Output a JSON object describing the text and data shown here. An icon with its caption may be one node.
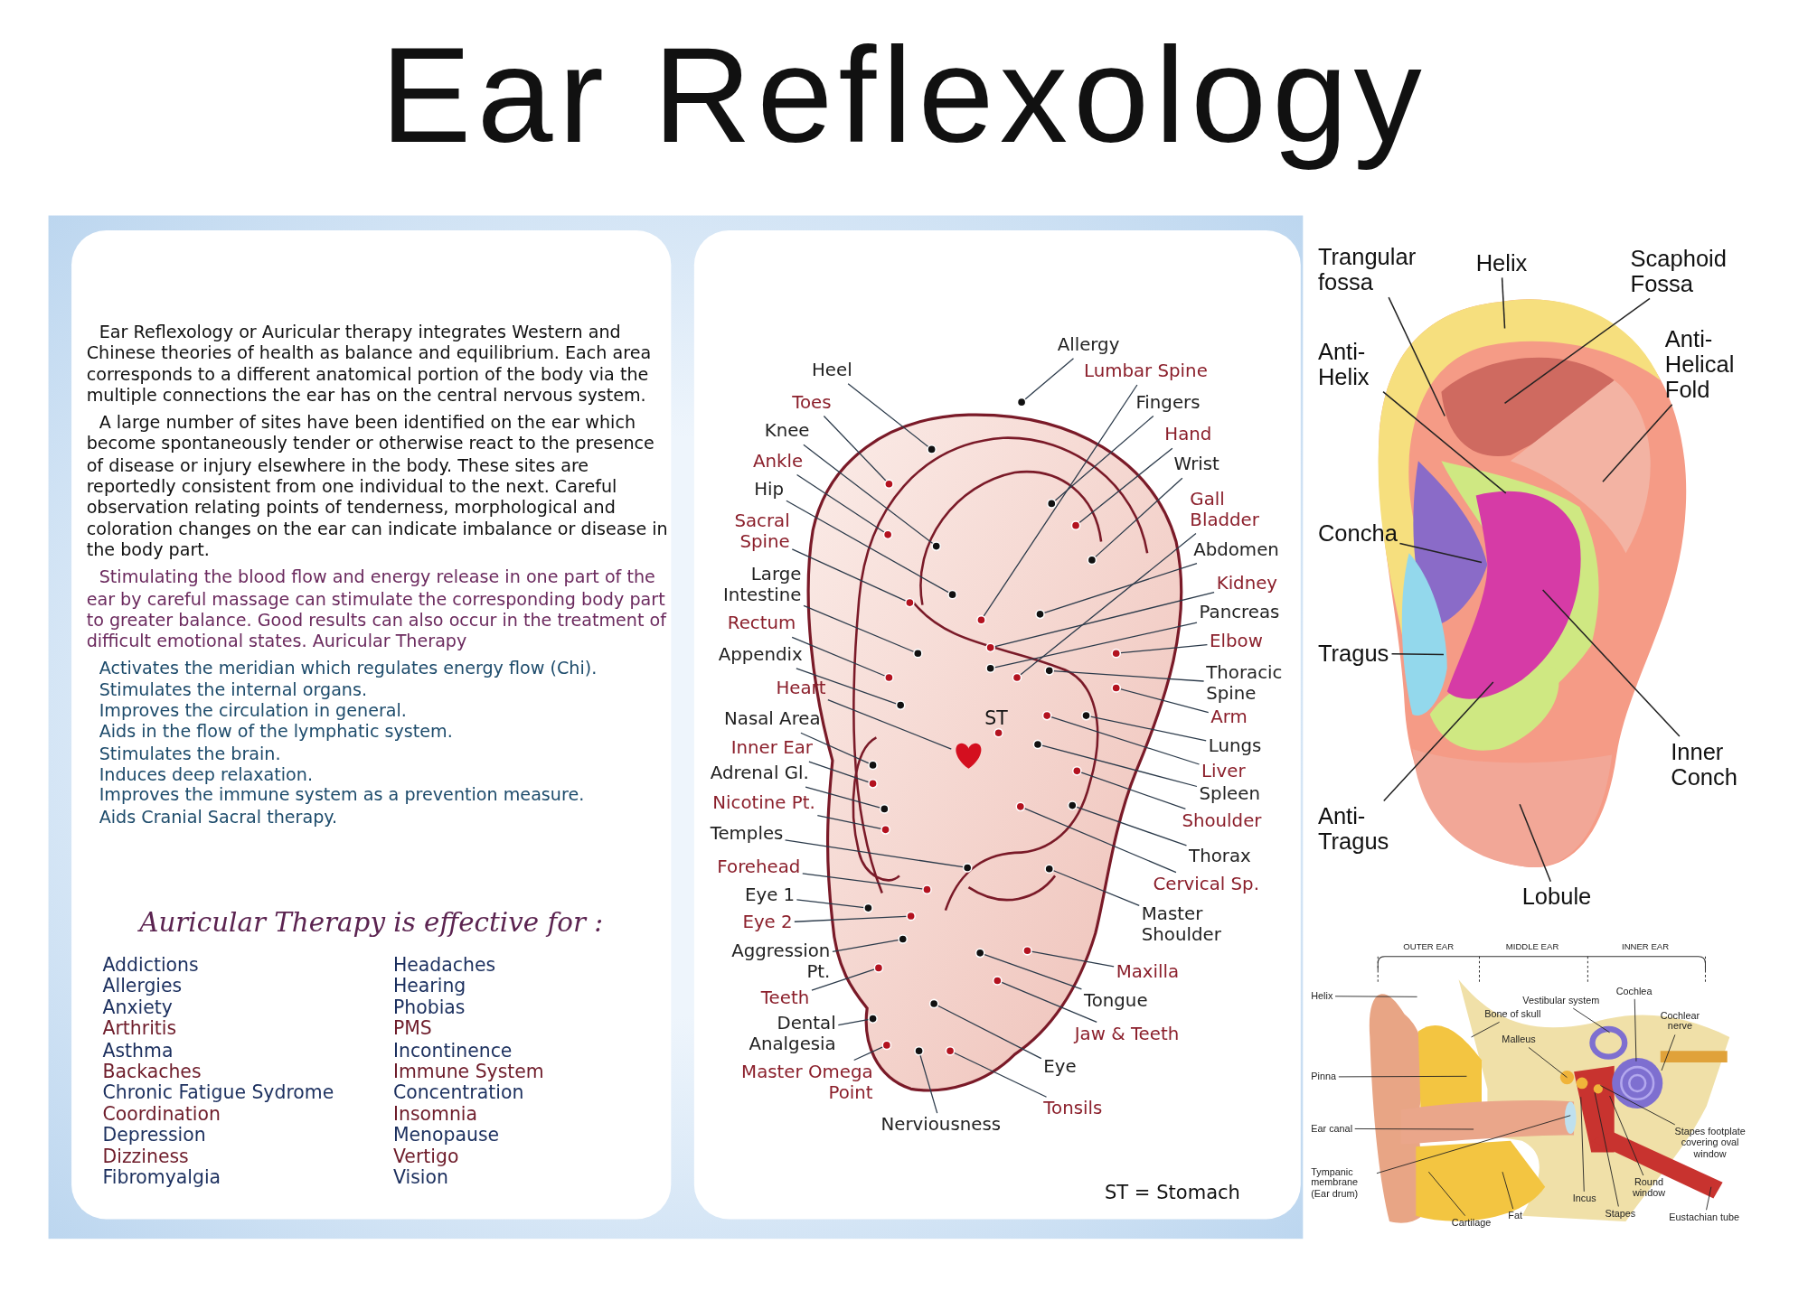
{
  "diagram": {
    "title": "Ear Reflexology",
    "nodes": [
      {
        "text": [
          "Heel"
        ]
      },
      {
        "text": [
          "Toes"
        ]
      },
      {
        "text": [
          "Knee"
        ]
      },
      {
        "text": [
          "Ankle"
        ]
      },
      {
        "text": [
          "Hip"
        ]
      },
      {
        "text": [
          "Sacral Spine"
        ]
      },
      {
        "text": [
          "Large Intestine"
        ]
      },
      {
        "text": [
          "Rectum"
        ]
      },
      {
        "text": [
          "Appendix"
        ]
      },
      {
        "text": [
          "Heart"
        ]
      },
      {
        "text": [
          "Nasal Area"
        ]
      },
      {
        "text": [
          "Inner Ear"
        ]
      },
      {
        "text": [
          "Adrenal Gl."
        ]
      },
      {
        "text": [
          "Nicotine Pt."
        ]
      },
      {
        "text": [
          "Temples"
        ]
      },
      {
        "text": [
          "Forehead"
        ]
      },
      {
        "text": [
          "Eye 1"
        ]
      },
      {
        "text": [
          "Eye 2"
        ]
      },
      {
        "text": [
          "Aggression Pt."
        ]
      },
      {
        "text": [
          "Teeth"
        ]
      },
      {
        "text": [
          "Dental Analgesia"
        ]
      },
      {
        "text": [
          "Master Omega Point"
        ]
      },
      {
        "text": [
          "Nerviousness"
        ]
      },
      {
        "text": [
          "Allergy"
        ]
      },
      {
        "text": [
          "Lumbar Spine"
        ]
      },
      {
        "text": [
          "Fingers"
        ]
      },
      {
        "text": [
          "Hand"
        ]
      },
      {
        "text": [
          "Wrist"
        ]
      },
      {
        "text": [
          "Gall Bladder"
        ]
      },
      {
        "text": [
          "Abdomen"
        ]
      },
      {
        "text": [
          "Kidney"
        ]
      },
      {
        "text": [
          "Pancreas"
        ]
      },
      {
        "text": [
          "Elbow"
        ]
      },
      {
        "text": [
          "Thoracic Spine"
        ]
      },
      {
        "text": [
          "Arm"
        ]
      },
      {
        "text": [
          "Lungs"
        ]
      },
      {
        "text": [
          "Liver"
        ]
      },
      {
        "text": [
          "Spleen"
        ]
      },
      {
        "text": [
          "Shoulder"
        ]
      },
      {
        "text": [
          "Thorax"
        ]
      },
      {
        "text": [
          "Cervical Sp."
        ]
      },
      {
        "text": [
          "Master Shoulder"
        ]
      },
      {
        "text": [
          "Maxilla"
        ]
      },
      {
        "text": [
          "Tongue"
        ]
      },
      {
        "text": [
          "Jaw & Teeth"
        ]
      },
      {
        "text": [
          "Eye"
        ]
      },
      {
        "text": [
          "Tonsils"
        ]
      },
      {
        "text": [
          "Trangular fossa"
        ]
      },
      {
        "text": [
          "Helix"
        ]
      },
      {
        "text": [
          "Scaphoid Fossa"
        ]
      },
      {
        "text": [
          "Anti-Helix"
        ]
      },
      {
        "text": [
          "Anti-Helical Fold"
        ]
      },
      {
        "text": [
          "Concha"
        ]
      },
      {
        "text": [
          "Tragus"
        ]
      },
      {
        "text": [
          "Anti-Tragus"
        ]
      },
      {
        "text": [
          "Lobule"
        ]
      },
      {
        "text": [
          "Inner Conch"
        ]
      },
      {
        "text": [
          "Helix"
        ]
      },
      {
        "text": [
          "Pinna"
        ]
      },
      {
        "text": [
          "Ear canal"
        ]
      },
      {
        "text": [
          "Tympanic membrane (Ear drum)"
        ]
      },
      {
        "text": [
          "Cartilage"
        ]
      },
      {
        "text": [
          "Fat"
        ]
      },
      {
        "text": [
          "Bone of skull"
        ]
      },
      {
        "text": [
          "Malleus"
        ]
      },
      {
        "text": [
          "Vestibular system"
        ]
      },
      {
        "text": [
          "Cochlea"
        ]
      },
      {
        "text": [
          "Cochlear nerve"
        ]
      },
      {
        "text": [
          "Stapes footplate covering oval window"
        ]
      },
      {
        "text": [
          "Round window"
        ]
      },
      {
        "text": [
          "Stapes"
        ]
      },
      {
        "text": [
          "Incus"
        ]
      },
      {
        "text": [
          "Eustachian tube"
        ]
      },
      {
        "text": [],
        "shape": "heart"
      }
    ],
    "edges": [
      {
        "from": 0,
        "to": null,
        "arrow": "none"
      },
      {
        "from": 1,
        "to": null,
        "arrow": "none"
      },
      {
        "from": 2,
        "to": null,
        "arrow": "none"
      },
      {
        "from": 3,
        "to": null,
        "arrow": "none"
      },
      {
        "from": 4,
        "to": null,
        "arrow": "none"
      },
      {
        "from": 5,
        "to": null,
        "arrow": "none"
      },
      {
        "from": 6,
        "to": null,
        "arrow": "none"
      },
      {
        "from": 7,
        "to": null,
        "arrow": "none"
      },
      {
        "from": 8,
        "to": null,
        "arrow": "none"
      },
      {
        "from": 9,
        "to": 73,
        "arrow": "none"
      },
      {
        "from": 10,
        "to": null,
        "arrow": "none"
      },
      {
        "from": 11,
        "to": null,
        "arrow": "none"
      },
      {
        "from": 12,
        "to": null,
        "arrow": "none"
      },
      {
        "from": 13,
        "to": null,
        "arrow": "none"
      },
      {
        "from": 14,
        "to": null,
        "arrow": "none"
      },
      {
        "from": 15,
        "to": null,
        "arrow": "none"
      },
      {
        "from": 16,
        "to": null,
        "arrow": "none"
      },
      {
        "from": 17,
        "to": null,
        "arrow": "none"
      },
      {
        "from": 18,
        "to": null,
        "arrow": "none"
      },
      {
        "from": 19,
        "to": null,
        "arrow": "none"
      },
      {
        "from": 20,
        "to": null,
        "arrow": "none"
      },
      {
        "from": 21,
        "to": null,
        "arrow": "none"
      },
      {
        "from": 22,
        "to": null,
        "arrow": "none"
      },
      {
        "from": 23,
        "to": null,
        "arrow": "none"
      },
      {
        "from": 24,
        "to": null,
        "arrow": "none"
      },
      {
        "from": 25,
        "to": null,
        "arrow": "none"
      },
      {
        "from": 26,
        "to": null,
        "arrow": "none"
      },
      {
        "from": 27,
        "to": null,
        "arrow": "none"
      },
      {
        "from": 28,
        "to": null,
        "arrow": "none"
      },
      {
        "from": 29,
        "to": null,
        "arrow": "none"
      },
      {
        "from": 30,
        "to": null,
        "arrow": "none"
      },
      {
        "from": 31,
        "to": null,
        "arrow": "none"
      },
      {
        "from": 32,
        "to": null,
        "arrow": "none"
      },
      {
        "from": 33,
        "to": null,
        "arrow": "none"
      },
      {
        "from": 34,
        "to": null,
        "arrow": "none"
      },
      {
        "from": 35,
        "to": null,
        "arrow": "none"
      },
      {
        "from": 36,
        "to": null,
        "arrow": "none"
      },
      {
        "from": 37,
        "to": null,
        "arrow": "none"
      },
      {
        "from": 38,
        "to": null,
        "arrow": "none"
      },
      {
        "from": 39,
        "to": null,
        "arrow": "none"
      },
      {
        "from": 40,
        "to": null,
        "arrow": "none"
      },
      {
        "from": 41,
        "to": null,
        "arrow": "none"
      },
      {
        "from": 42,
        "to": null,
        "arrow": "none"
      },
      {
        "from": 43,
        "to": null,
        "arrow": "none"
      },
      {
        "from": 44,
        "to": null,
        "arrow": "none"
      },
      {
        "from": 45,
        "to": null,
        "arrow": "none"
      },
      {
        "from": 46,
        "to": null,
        "arrow": "none"
      },
      {
        "from": 47,
        "to": null,
        "arrow": "none"
      },
      {
        "from": 48,
        "to": null,
        "arrow": "none"
      },
      {
        "from": 49,
        "to": null,
        "arrow": "none"
      },
      {
        "from": 50,
        "to": null,
        "arrow": "none"
      },
      {
        "from": 51,
        "to": null,
        "arrow": "none"
      },
      {
        "from": 52,
        "to": null,
        "arrow": "none"
      },
      {
        "from": 53,
        "to": null,
        "arrow": "none"
      },
      {
        "from": 54,
        "to": null,
        "arrow": "none"
      },
      {
        "from": 55,
        "to": null,
        "arrow": "none"
      },
      {
        "from": 56,
        "to": null,
        "arrow": "none"
      },
      {
        "from": 57,
        "to": null,
        "arrow": "none"
      },
      {
        "from": 58,
        "to": null,
        "arrow": "none"
      },
      {
        "from": 59,
        "to": null,
        "arrow": "none"
      },
      {
        "from": 60,
        "to": null,
        "arrow": "none"
      },
      {
        "from": 61,
        "to": null,
        "arrow": "none"
      },
      {
        "from": 62,
        "to": null,
        "arrow": "none"
      },
      {
        "from": 63,
        "to": null,
        "arrow": "none"
      },
      {
        "from": 64,
        "to": null,
        "arrow": "none"
      },
      {
        "from": 65,
        "to": null,
        "arrow": "none"
      },
      {
        "from": 66,
        "to": null,
        "arrow": "none"
      },
      {
        "from": 67,
        "to": null,
        "arrow": "none"
      },
      {
        "from": 68,
        "to": null,
        "arrow": "none"
      },
      {
        "from": 69,
        "to": null,
        "arrow": "none"
      },
      {
        "from": 70,
        "to": null,
        "arrow": "none"
      },
      {
        "from": 71,
        "to": null,
        "arrow": "none"
      },
      {
        "from": 72,
        "to": null,
        "arrow": "none"
      }
    ],
    "labels": [
      "Ear Reflexology or Auricular therapy integrates Western and Chinese theories of health as balance and equilibrium. Each area corresponds to a different anatomical portion of the body via the multiple connections the ear has on the central nervous system.",
      "A large number of sites have been identified on the ear which become spontaneously tender or otherwise react to the presence of disease or injury elsewhere in the body. These sites are reportedly consistent from one individual to the next. Careful observation relating points of tenderness, morphological and coloration changes on the ear can indicate imbalance or disease in the body part.",
      "Stimulating the blood flow and energy release in one part of the ear by careful massage can stimulate the corresponding body part to greater balance. Good results can also occur in the treatment of difficult emotional states. Auricular Therapy",
      "Activates the meridian which regulates energy flow (Chi).",
      "Stimulates the internal organs.",
      "Improves the circulation in general.",
      "Aids in the flow of the lymphatic system.",
      "Stimulates the brain.",
      "Induces deep relaxation.",
      "Improves the immune system as a prevention measure.",
      "Aids Cranial Sacral therapy.",
      "Auricular Therapy is effective for :",
      "Addictions",
      "Allergies",
      "Anxiety",
      "Arthritis",
      "Asthma",
      "Backaches",
      "Chronic Fatigue Sydrome",
      "Coordination",
      "Depression",
      "Dizziness",
      "Fibromyalgia",
      "Headaches",
      "Hearing",
      "Phobias",
      "PMS",
      "Incontinence",
      "Immune System",
      "Concentration",
      "Insomnia",
      "Menopause",
      "Vertigo",
      "Vision",
      "ST",
      "ST = Stomach",
      "OUTER EAR",
      "MIDDLE EAR",
      "INNER EAR"
    ]
  }
}
